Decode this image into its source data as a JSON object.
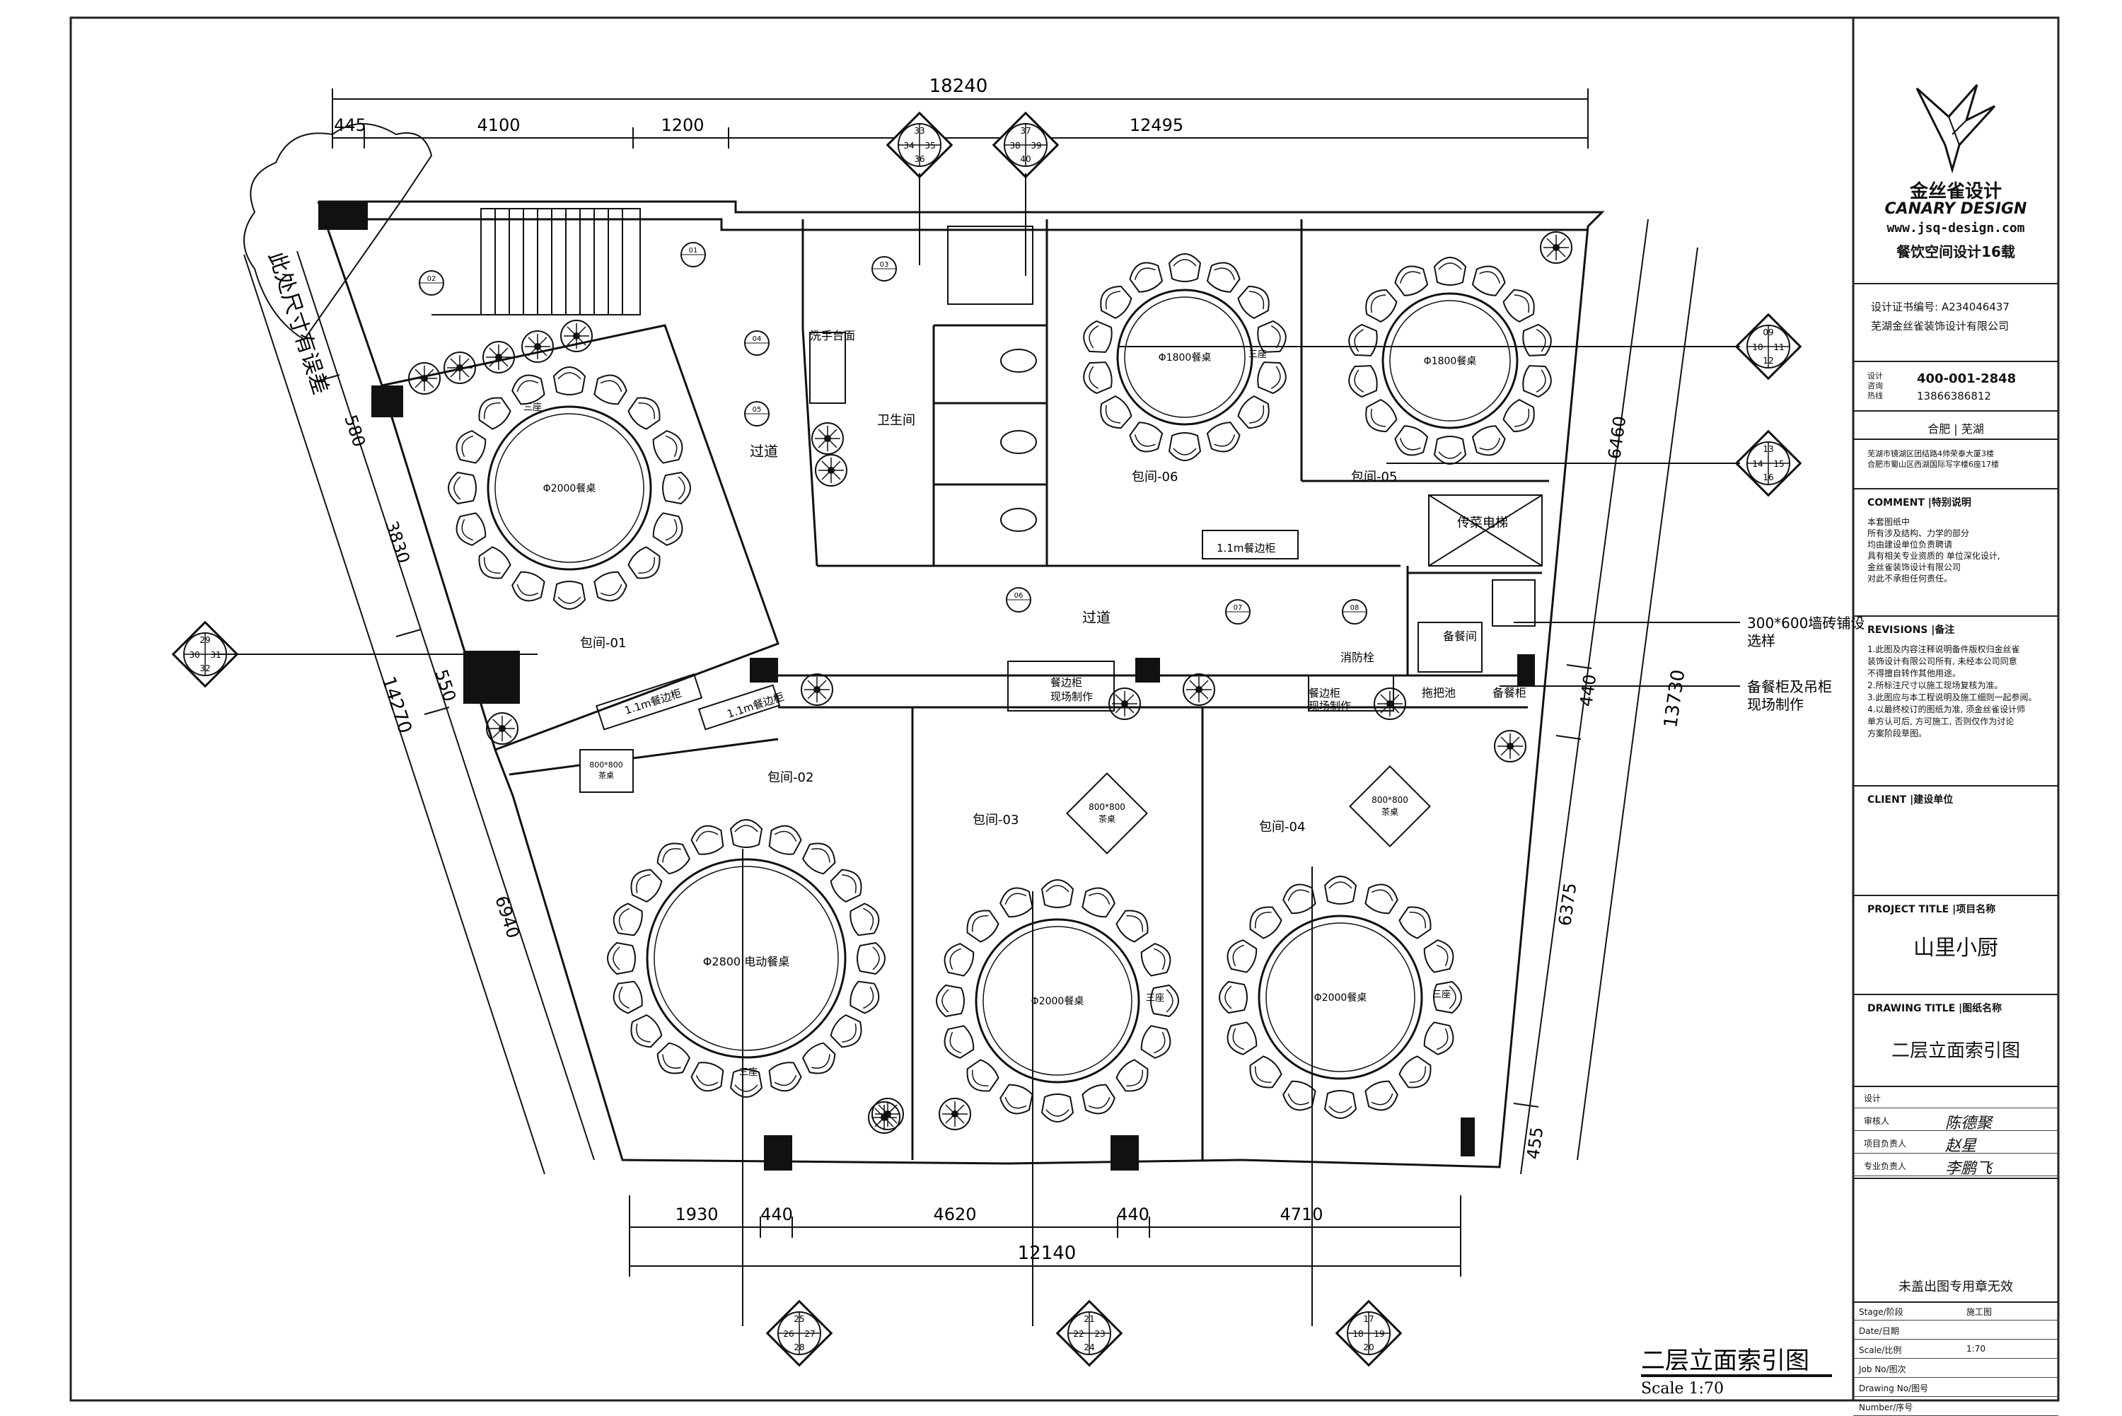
{
  "dimensions": {
    "top_total": "18240",
    "top_parts": [
      "445",
      "4100",
      "1200",
      "12495"
    ],
    "bottom_total": "12140",
    "bottom_parts": [
      "1930",
      "440",
      "4620",
      "440",
      "4710"
    ],
    "left_parts": [
      "580",
      "3830",
      "550",
      "6940"
    ],
    "left_total": "14270",
    "right_parts": [
      "6460",
      "440",
      "6375",
      "455"
    ],
    "right_total": "13730"
  },
  "notes": {
    "left_slant": "此处尺寸有误差",
    "tile": [
      "300*600墙砖铺设",
      "选样"
    ],
    "cabinet": [
      "备餐柜及吊柜",
      "现场制作"
    ]
  },
  "rooms": {
    "room01": "包间-01",
    "room02": "包间-02",
    "room03": "包间-03",
    "room04": "包间-04",
    "room05": "包间-05",
    "room06": "包间-06",
    "corridor1": "过道",
    "corridor2": "过道",
    "toilet": "卫生间",
    "wash": "洗手台面",
    "prep": "备餐间",
    "elevator": "传菜电梯",
    "mop": "拖把池",
    "fire": "消防栓",
    "prep_cabinet": "备餐柜"
  },
  "tables": {
    "t01": "Φ2000餐桌",
    "t02": "Φ2800 电动餐桌",
    "t03": "Φ2000餐桌",
    "t04": "Φ2000餐桌",
    "t05": "Φ1800餐桌",
    "t06": "Φ1800餐桌",
    "sq03": [
      "800*800",
      "茶桌"
    ],
    "sq04": [
      "800*800",
      "茶桌"
    ],
    "sq02": [
      "800*800",
      "茶桌"
    ]
  },
  "furniture": {
    "side1": "1.1m餐边柜",
    "side2": "1.1m餐边柜",
    "side3": "1.1m餐边柜",
    "cab1": [
      "餐边柜",
      "现场制作"
    ],
    "cab2": [
      "餐边柜",
      "现场制作"
    ],
    "sofa": "三座"
  },
  "drawing_title": "二层立面索引图",
  "drawing_scale": "Scale 1:70",
  "titleblock": {
    "logo_cn": "金丝雀设计",
    "logo_en": "CANARY DESIGN",
    "website": "www.jsq-design.com",
    "tagline": "餐饮空间设计16载",
    "cert": "设计证书编号: A234046437",
    "company": "芜湖金丝雀装饰设计有限公司",
    "consult_label": [
      "设计",
      "咨询",
      "热线"
    ],
    "phone1": "400-001-2848",
    "phone2": "13866386812",
    "cities": "合肥 | 芜湖",
    "address1": "芜湖市镜湖区团结路4帅荣泰大厦3楼",
    "address2": "合肥市蜀山区西湖国际写字楼6座17楼",
    "comment_label": "COMMENT |特别说明",
    "comment_lines": [
      "本套图纸中",
      "所有涉及结构、力学的部分",
      "均由建设单位负责聘请",
      "具有相关专业资质的 单位深化设计,",
      "金丝雀装饰设计有限公司",
      "对此不承担任何责任。"
    ],
    "revisions_label": "REVISIONS |备注",
    "revision_lines": [
      "1.此图及内容注释说明备件版权归金丝雀",
      "装饰设计有限公司所有, 未经本公司同意",
      "不得擅自转作其他用途。",
      "2.所标注尺寸以施工现场复核为准。",
      "3.此图应与本工程说明及施工细则一起参阅。",
      "4.以最终校订的图纸为准, 须金丝雀设计师",
      "单方认可后, 方可施工, 否则仅作为讨论",
      "方案阶段草图。"
    ],
    "client_label": "CLIENT |建设单位",
    "project_label": "PROJECT TITLE |项目名称",
    "project_name": "山里小厨",
    "drawing_label": "DRAWING TITLE |图纸名称",
    "drawing_name": "二层立面索引图",
    "staff": [
      {
        "role": "设计",
        "name": ""
      },
      {
        "role": "审核人",
        "name": "陈德聚"
      },
      {
        "role": "项目负责人",
        "name": "赵星"
      },
      {
        "role": "专业负责人",
        "name": "李鹏飞"
      }
    ],
    "stamp_note": "未盖出图专用章无效",
    "info_rows": [
      {
        "label": "Stage/阶段",
        "value": "施工图"
      },
      {
        "label": "Date/日期",
        "value": ""
      },
      {
        "label": "Scale/比例",
        "value": "1:70"
      },
      {
        "label": "Job No/图次",
        "value": ""
      },
      {
        "label": "Drawing No/图号",
        "value": ""
      },
      {
        "label": "Number/序号",
        "value": ""
      }
    ]
  },
  "index_marks": {
    "top_a": [
      "33",
      "34",
      "35",
      "36"
    ],
    "top_b": [
      "37",
      "38",
      "39",
      "40"
    ],
    "left": [
      "29",
      "30",
      "31",
      "32"
    ],
    "right_a": [
      "09",
      "10",
      "11",
      "12"
    ],
    "right_b": [
      "13",
      "14",
      "15",
      "16"
    ],
    "bottom_a": [
      "25",
      "26",
      "27",
      "28"
    ],
    "bottom_b": [
      "21",
      "22",
      "23",
      "24"
    ],
    "bottom_c": [
      "17",
      "18",
      "19",
      "20"
    ],
    "small": [
      "01",
      "02",
      "03",
      "04",
      "05",
      "06",
      "07",
      "08"
    ]
  }
}
